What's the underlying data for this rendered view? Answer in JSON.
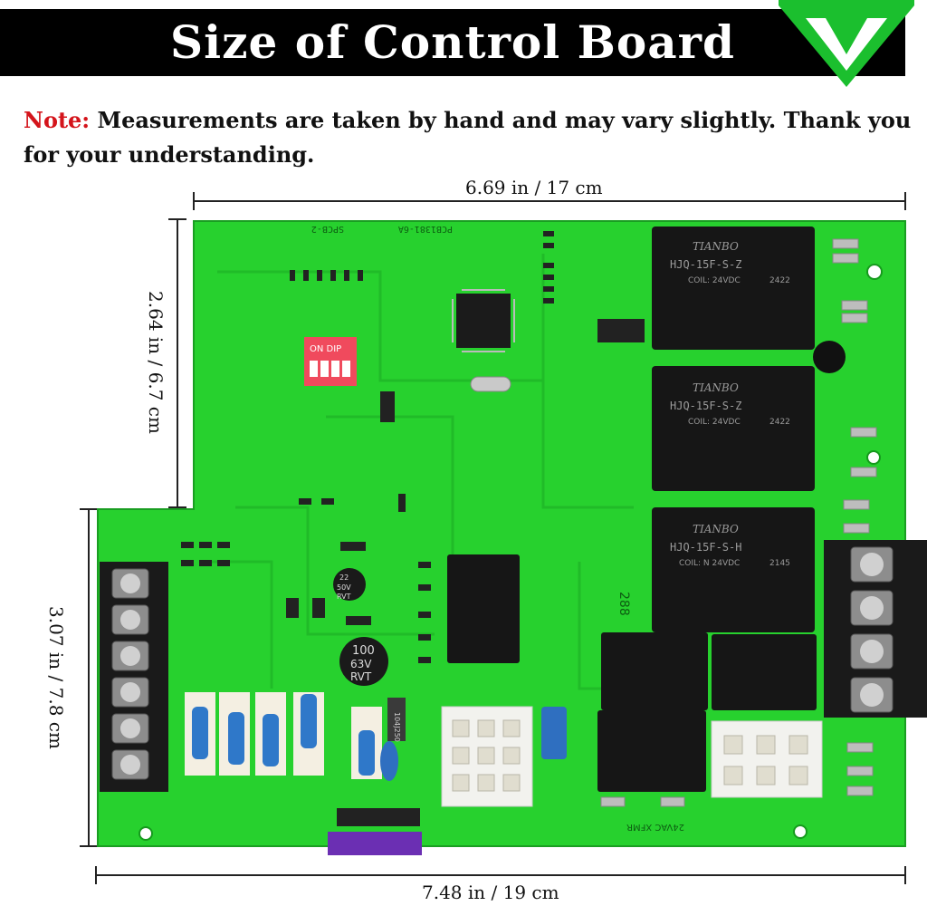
{
  "banner": {
    "title": "Size of Control Board"
  },
  "note": {
    "label": "Note:",
    "text": "Measurements are taken by hand and may vary slightly. Thank you for your understanding."
  },
  "dimensions": {
    "top": "6.69 in / 17 cm",
    "left_upper": "2.64 in / 6.7 cm",
    "left_lower": "3.07 in / 7.8 cm",
    "bottom": "7.48 in / 19 cm"
  },
  "board": {
    "pcb_labels": [
      "PCB1381-6A",
      "SPCB-2"
    ],
    "relays": [
      {
        "brand": "TIANBO",
        "model": "HJQ-15F-S-Z",
        "coil": "COIL: 24VDC",
        "code": "2422"
      },
      {
        "brand": "TIANBO",
        "model": "HJQ-15F-S-Z",
        "coil": "COIL: 24VDC",
        "code": "2422"
      },
      {
        "brand": "TIANBO",
        "model": "HJQ-15F-S-H",
        "coil": "COIL: N 24VDC",
        "code": "2145"
      }
    ],
    "capacitors": [
      {
        "value": "22",
        "voltage": "50V",
        "series": "RVT"
      },
      {
        "value": "100",
        "voltage": "63V",
        "series": "RVT"
      }
    ],
    "switch_label": "ON DIP",
    "xfmr_label": "24VAC XFMR",
    "number_label": "288",
    "diode_label": "104J250"
  },
  "colors": {
    "banner": "#000000",
    "banner_text": "#ffffff",
    "note_label": "#d4141b",
    "pcb": "#27d12e",
    "logo": "#1bbf2e"
  }
}
